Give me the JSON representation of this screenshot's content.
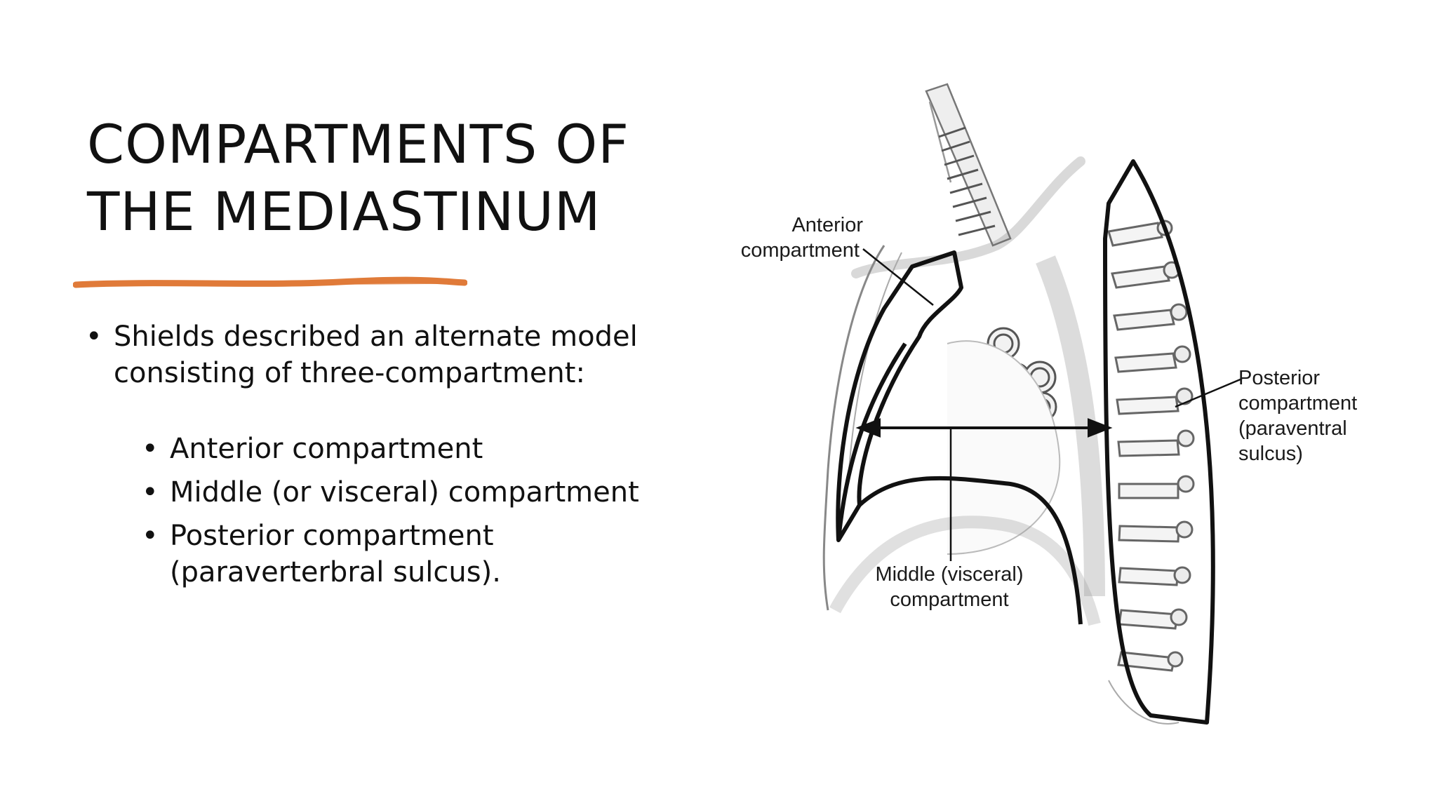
{
  "slide": {
    "title_line1": "COMPARTMENTS OF",
    "title_line2": "THE MEDIASTINUM",
    "accent_color": "#e07b39",
    "bullet_main": {
      "line1": "Shields described an alternate model",
      "line2": "consisting of three-compartment:"
    },
    "sub_bullets": [
      {
        "line1": "Anterior compartment"
      },
      {
        "line1": "Middle (or visceral) compartment"
      },
      {
        "line1": "Posterior compartment",
        "line2": "(paraverterbral sulcus)."
      }
    ]
  },
  "diagram": {
    "labels": {
      "anterior_1": "Anterior",
      "anterior_2": "compartment",
      "middle_1": "Middle (visceral)",
      "middle_2": "compartment",
      "posterior_1": "Posterior",
      "posterior_2": "compartment",
      "posterior_3": "(paraventral",
      "posterior_4": "sulcus)"
    }
  }
}
